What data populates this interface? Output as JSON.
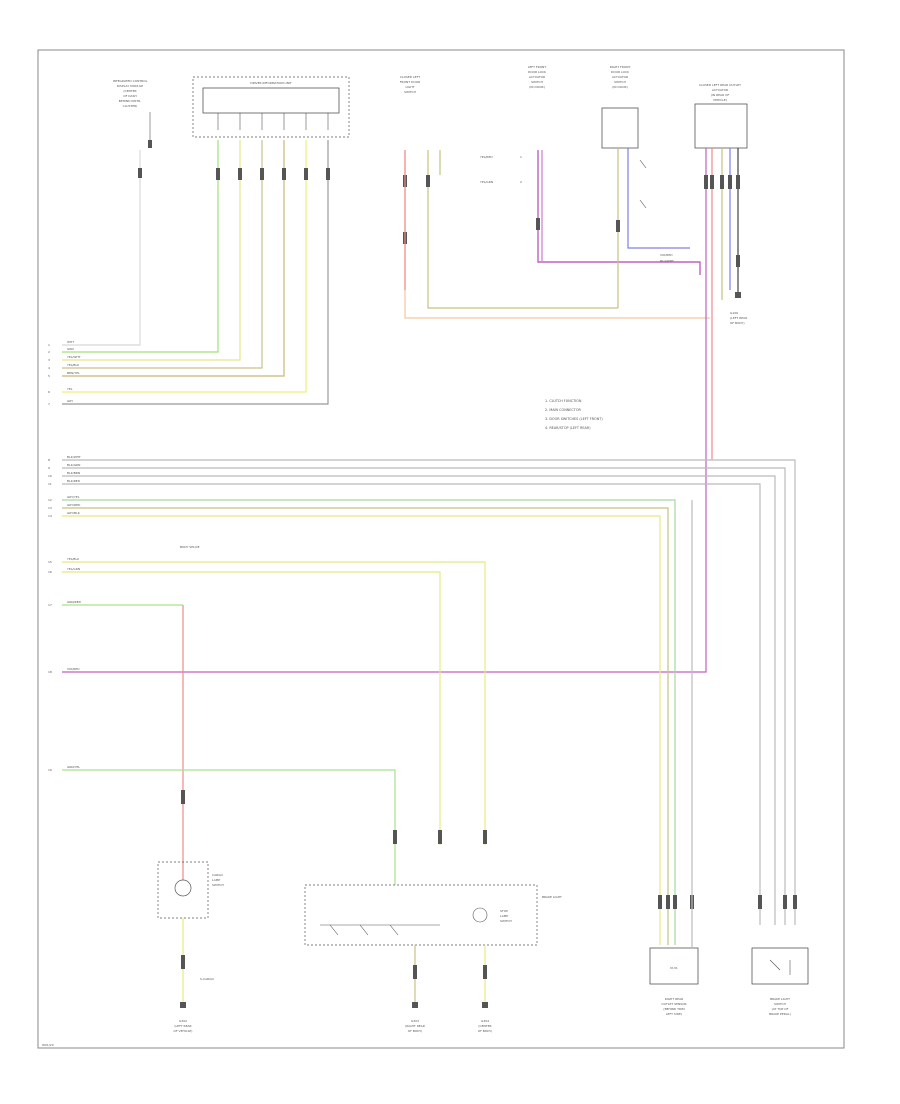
{
  "diagram": {
    "page_ref": "W01/20",
    "legend": [
      "1. CLUTCH FUNCTION",
      "2. MAIN CONNECTOR",
      "3. DOOR SWITCHES (LEFT FRONT)",
      "4. REAR/STOP (LEFT REAR)"
    ],
    "components": {
      "top_left_unit": [
        "INTEGRATED CONTROL",
        "DISPLAY MODULE",
        "(CENTER",
        "OF DASH",
        "BEHIND INSTR.",
        "CLUSTER)"
      ],
      "top_module": "DRIVER INFORMATION UNIT",
      "left_lamp_switch": [
        "CLOSED LEFT",
        "FRONT DOOR",
        "LIGHT",
        "SWITCH"
      ],
      "door_lock_left": [
        "LEFT FRONT",
        "DOOR LOCK",
        "ACTUATOR",
        "SWITCH",
        "(IN DOOR)"
      ],
      "door_lock_right": [
        "RIGHT FRONT",
        "DOOR LOCK",
        "ACTUATOR",
        "SWITCH",
        "(IN DOOR)"
      ],
      "main_module": [
        "CLOSED LEFT REAR OUTLET",
        "ACTUATOR",
        "(IN REAR OF",
        "VEHICLE)"
      ],
      "ground_top": [
        "G106",
        "(LEFT REAR",
        "OF BODY)"
      ],
      "splice_label": "BODY SPLICE",
      "lamp_left": [
        "CARGO",
        "LAMP",
        "SWITCH"
      ],
      "lamp_left_note": "S-CARGO",
      "rear_light_unit": "BRAKE LIGHT",
      "lamp_right": [
        "STOP",
        "LAMP",
        "SWITCH"
      ],
      "ground_bl": [
        "G302",
        "(LEFT REAR",
        "OF VEHICLE)"
      ],
      "ground_bm": [
        "G303",
        "(RIGHT REAR",
        "OF BODY)"
      ],
      "ground_br": [
        "G304",
        "(CENTER",
        "OF BODY)"
      ],
      "bottom_module_1": [
        "RIGHT REAR",
        "OUTLET SENSOR",
        "(BEHIND TRIM",
        "LEFT SIDE)"
      ],
      "bottom_module_1_inner": "M-31",
      "bottom_module_2": [
        "BRAKE LIGHT",
        "SWITCH",
        "(AT TOP OF",
        "BRAKE PEDAL)"
      ]
    },
    "wire_labels": {
      "group1": [
        "WHT",
        "GRN",
        "YEL/WHT",
        "YEL/BLK",
        "BRN/YEL",
        "YEL",
        "GRY"
      ],
      "group1_pins": [
        "1",
        "2",
        "3",
        "4",
        "5",
        "6",
        "7"
      ],
      "group2": [
        "BLK/WHT",
        "BLK/GRN",
        "BLK/BRN",
        "BLK/RED",
        "GRY/YEL",
        "GRY/RED",
        "GRY/BLK"
      ],
      "group2_pins": [
        "8",
        "9",
        "10",
        "11",
        "12",
        "13",
        "14"
      ],
      "yellow_pair": [
        "YEL/BLU",
        "YEL/GRN"
      ],
      "yellow_pins": [
        "15",
        "16"
      ],
      "green_red": "GRN/RED",
      "green_red_pin": "17",
      "violet": "VIO/RED",
      "violet_pin": "18",
      "green_yel": "GRN/YEL",
      "green_yel_pin": "19",
      "door_labels": [
        "YEL/RED",
        "YEL/GRN"
      ],
      "door_pins": [
        "1",
        "2"
      ],
      "violet_top": "VIO/RED",
      "violet_top2": "BLU/WHT"
    }
  }
}
